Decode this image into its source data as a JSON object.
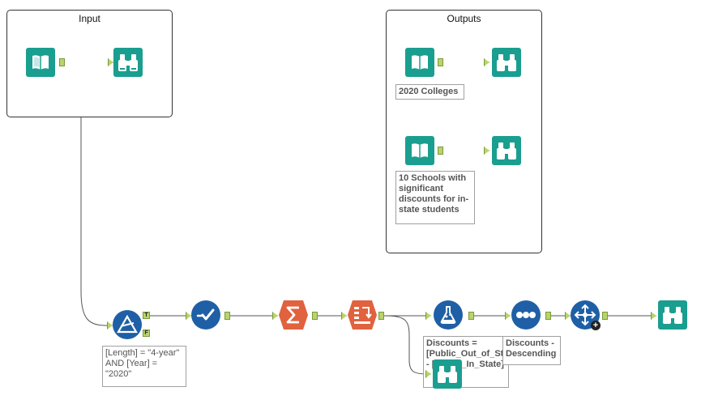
{
  "containers": {
    "input_title": "Input",
    "outputs_title": "Outputs"
  },
  "annotations": {
    "output_1": "2020 Colleges",
    "output_2": "10 Schools with significant discounts for in-state students",
    "filter_expr": "[Length] = \"4-year\" AND [Year] = \"2020\"",
    "formula_expr": "Discounts = [Public_Out_of_State] - [Public_In_State]",
    "sort_desc": "Discounts - Descending"
  },
  "filter_anchors": {
    "true_label": "T",
    "false_label": "F"
  },
  "colors": {
    "input_output_teal": "#1a9e8f",
    "preparation_blue": "#1f5fa6",
    "transform_orange": "#e0623f",
    "anchor_green": "#b8d46a"
  }
}
